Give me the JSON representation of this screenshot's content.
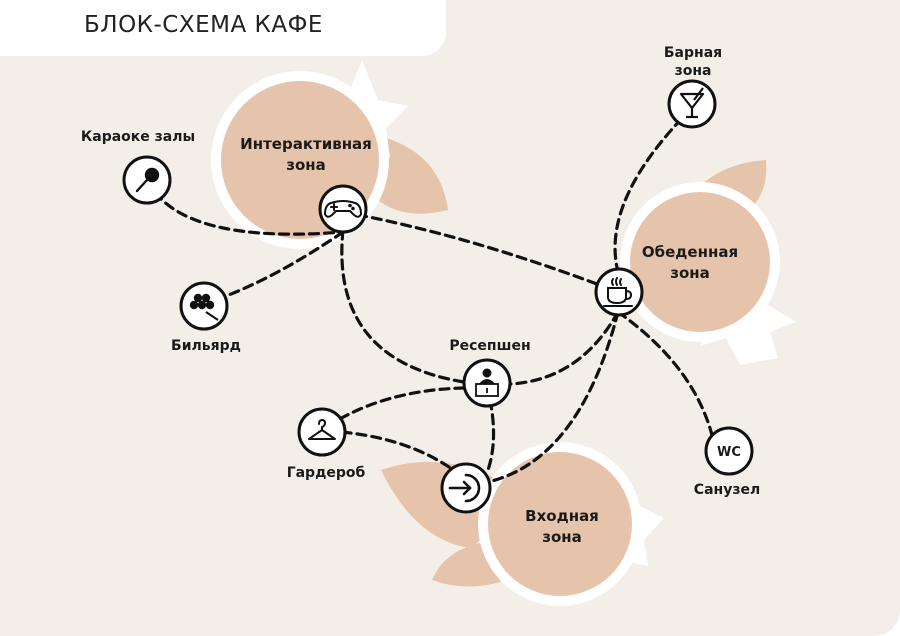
{
  "title": "БЛОК-СХЕМА КАФЕ",
  "colors": {
    "background": "#f3efe8",
    "zone_fill": "#e6c4ac",
    "zone_ring": "#ffffff",
    "line": "#111111"
  },
  "zones": {
    "interactive": {
      "line1": "Интерактивная",
      "line2": "зона"
    },
    "dining": {
      "line1": "Обеденная",
      "line2": "зона"
    },
    "entrance": {
      "line1": "Входная",
      "line2": "зона"
    }
  },
  "nodes": {
    "karaoke": {
      "label": "Караоке залы",
      "icon": "microphone-icon"
    },
    "gamepad": {
      "icon": "gamepad-icon"
    },
    "billiards": {
      "label": "Бильярд",
      "icon": "billiard-balls-icon"
    },
    "bar": {
      "line1": "Барная",
      "line2": "зона",
      "icon": "cocktail-glass-icon"
    },
    "cup": {
      "icon": "coffee-cup-icon"
    },
    "reception": {
      "label": "Ресепшен",
      "icon": "reception-desk-icon"
    },
    "wardrobe": {
      "label": "Гардероб",
      "icon": "hanger-icon"
    },
    "entry": {
      "icon": "enter-arrow-icon"
    },
    "wc": {
      "label": "Санузел",
      "icon": "wc-icon",
      "text": "WC"
    }
  }
}
